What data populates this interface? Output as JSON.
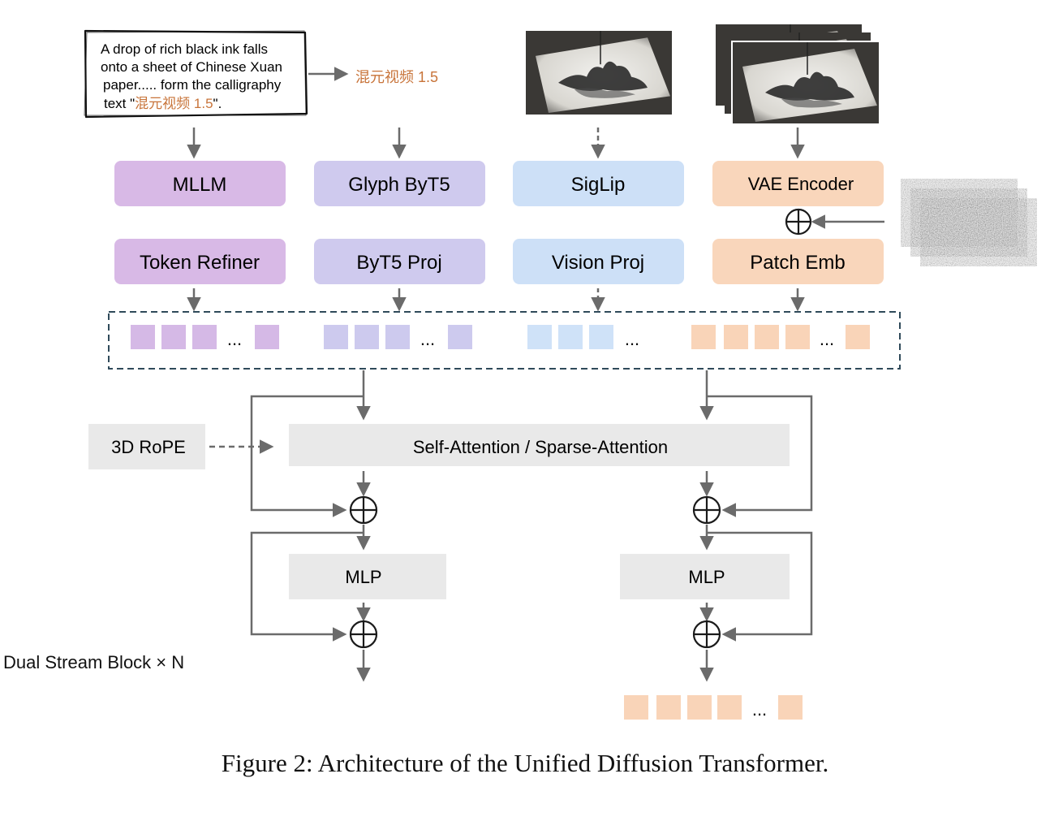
{
  "prompt_text": {
    "line1": "A drop of rich black ink falls",
    "line2": "onto a sheet of Chinese Xuan",
    "line3": "paper..... form the calligraphy",
    "line4_prefix": "text \"",
    "line4_highlight": "混元视频 1.5",
    "line4_suffix": "\"."
  },
  "glyph_text": "混元视频 1.5",
  "encoders": {
    "mllm": "MLLM",
    "glyph_byt5": "Glyph ByT5",
    "siglip": "SigLip",
    "vae_encoder": "VAE Encoder"
  },
  "projections": {
    "token_refiner": "Token Refiner",
    "byt5_proj": "ByT5 Proj",
    "vision_proj": "Vision Proj",
    "patch_emb": "Patch Emb"
  },
  "ellipsis": "...",
  "rope_label": "3D RoPE",
  "attention_label": "Self-Attention / Sparse-Attention",
  "mlp_label": "MLP",
  "dual_stream_label": "Dual Stream Block × N",
  "caption": "Figure 2: Architecture of the Unified Diffusion Transformer.",
  "colors": {
    "purple": "#d8b9e6",
    "lavender": "#cfcaee",
    "blue": "#cde0f7",
    "orange": "#f9d6bb",
    "token_purple": "#d5b9e6",
    "token_lavender": "#cdcaee",
    "token_blue": "#cfe2f8",
    "token_orange": "#f9d4b8",
    "gray_box": "#e9e9e9",
    "arrow": "#6b6b6b",
    "highlight_text": "#c8743a",
    "dashed_border": "#2f4a5a"
  },
  "icons": {
    "plus": "circle-plus-icon",
    "image": "ink-landscape-image",
    "noise": "noise-image"
  }
}
